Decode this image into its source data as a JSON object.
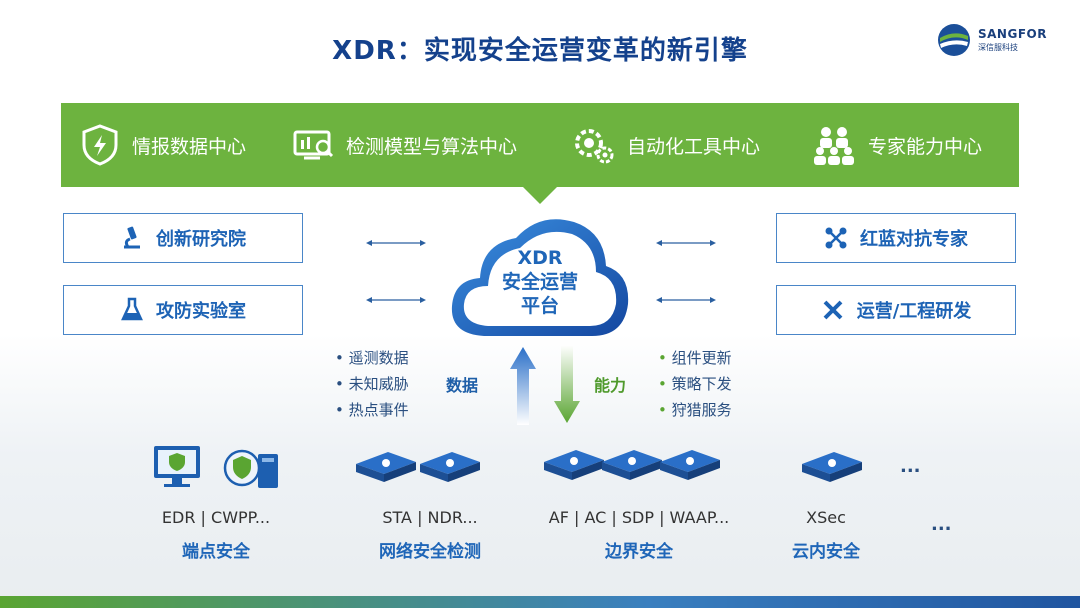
{
  "title": "XDR：实现安全运营变革的新引擎",
  "logo": {
    "name": "SANGFOR",
    "sub": "深信服科技"
  },
  "banner": {
    "items": [
      "情报数据中心",
      "检测模型与算法中心",
      "自动化工具中心",
      "专家能力中心"
    ]
  },
  "left_boxes": [
    "创新研究院",
    "攻防实验室"
  ],
  "right_boxes": [
    "红蓝对抗专家",
    "运营/工程研发"
  ],
  "center": {
    "line1": "XDR",
    "line2": "安全运营",
    "line3": "平台"
  },
  "data_flow": {
    "label": "数据",
    "items": [
      "遥测数据",
      "未知威胁",
      "热点事件"
    ]
  },
  "capability_flow": {
    "label": "能力",
    "items": [
      "组件更新",
      "策略下发",
      "狩猎服务"
    ]
  },
  "products": [
    {
      "name": "EDR | CWPP...",
      "category": "端点安全"
    },
    {
      "name": "STA | NDR...",
      "category": "网络安全检测"
    },
    {
      "name": "AF | AC | SDP | WAAP...",
      "category": "边界安全"
    },
    {
      "name": "XSec",
      "category": "云内安全"
    }
  ],
  "more_top": "...",
  "more_bottom": "...",
  "colors": {
    "green": "#6db33f",
    "blue": "#1f66b8",
    "title": "#14418c"
  }
}
